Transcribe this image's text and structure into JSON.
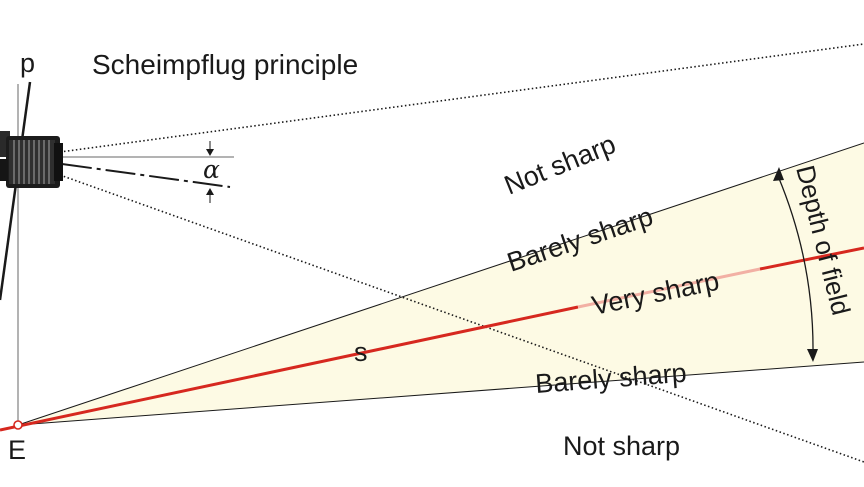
{
  "title": "Scheimpflug principle",
  "labels": {
    "plane": "p",
    "point": "E",
    "angle": "α",
    "focus_line": "s",
    "very_sharp": "Very sharp",
    "barely_sharp_upper": "Barely sharp",
    "barely_sharp_lower": "Barely sharp",
    "not_sharp_upper": "Not sharp",
    "not_sharp_lower": "Not sharp",
    "depth_of_field": "Depth of field"
  },
  "colors": {
    "focus_line": "#d6281f",
    "depth_zone": "#fdfae4",
    "line": "#1a1a1a",
    "guide": "#9a9a9a"
  }
}
